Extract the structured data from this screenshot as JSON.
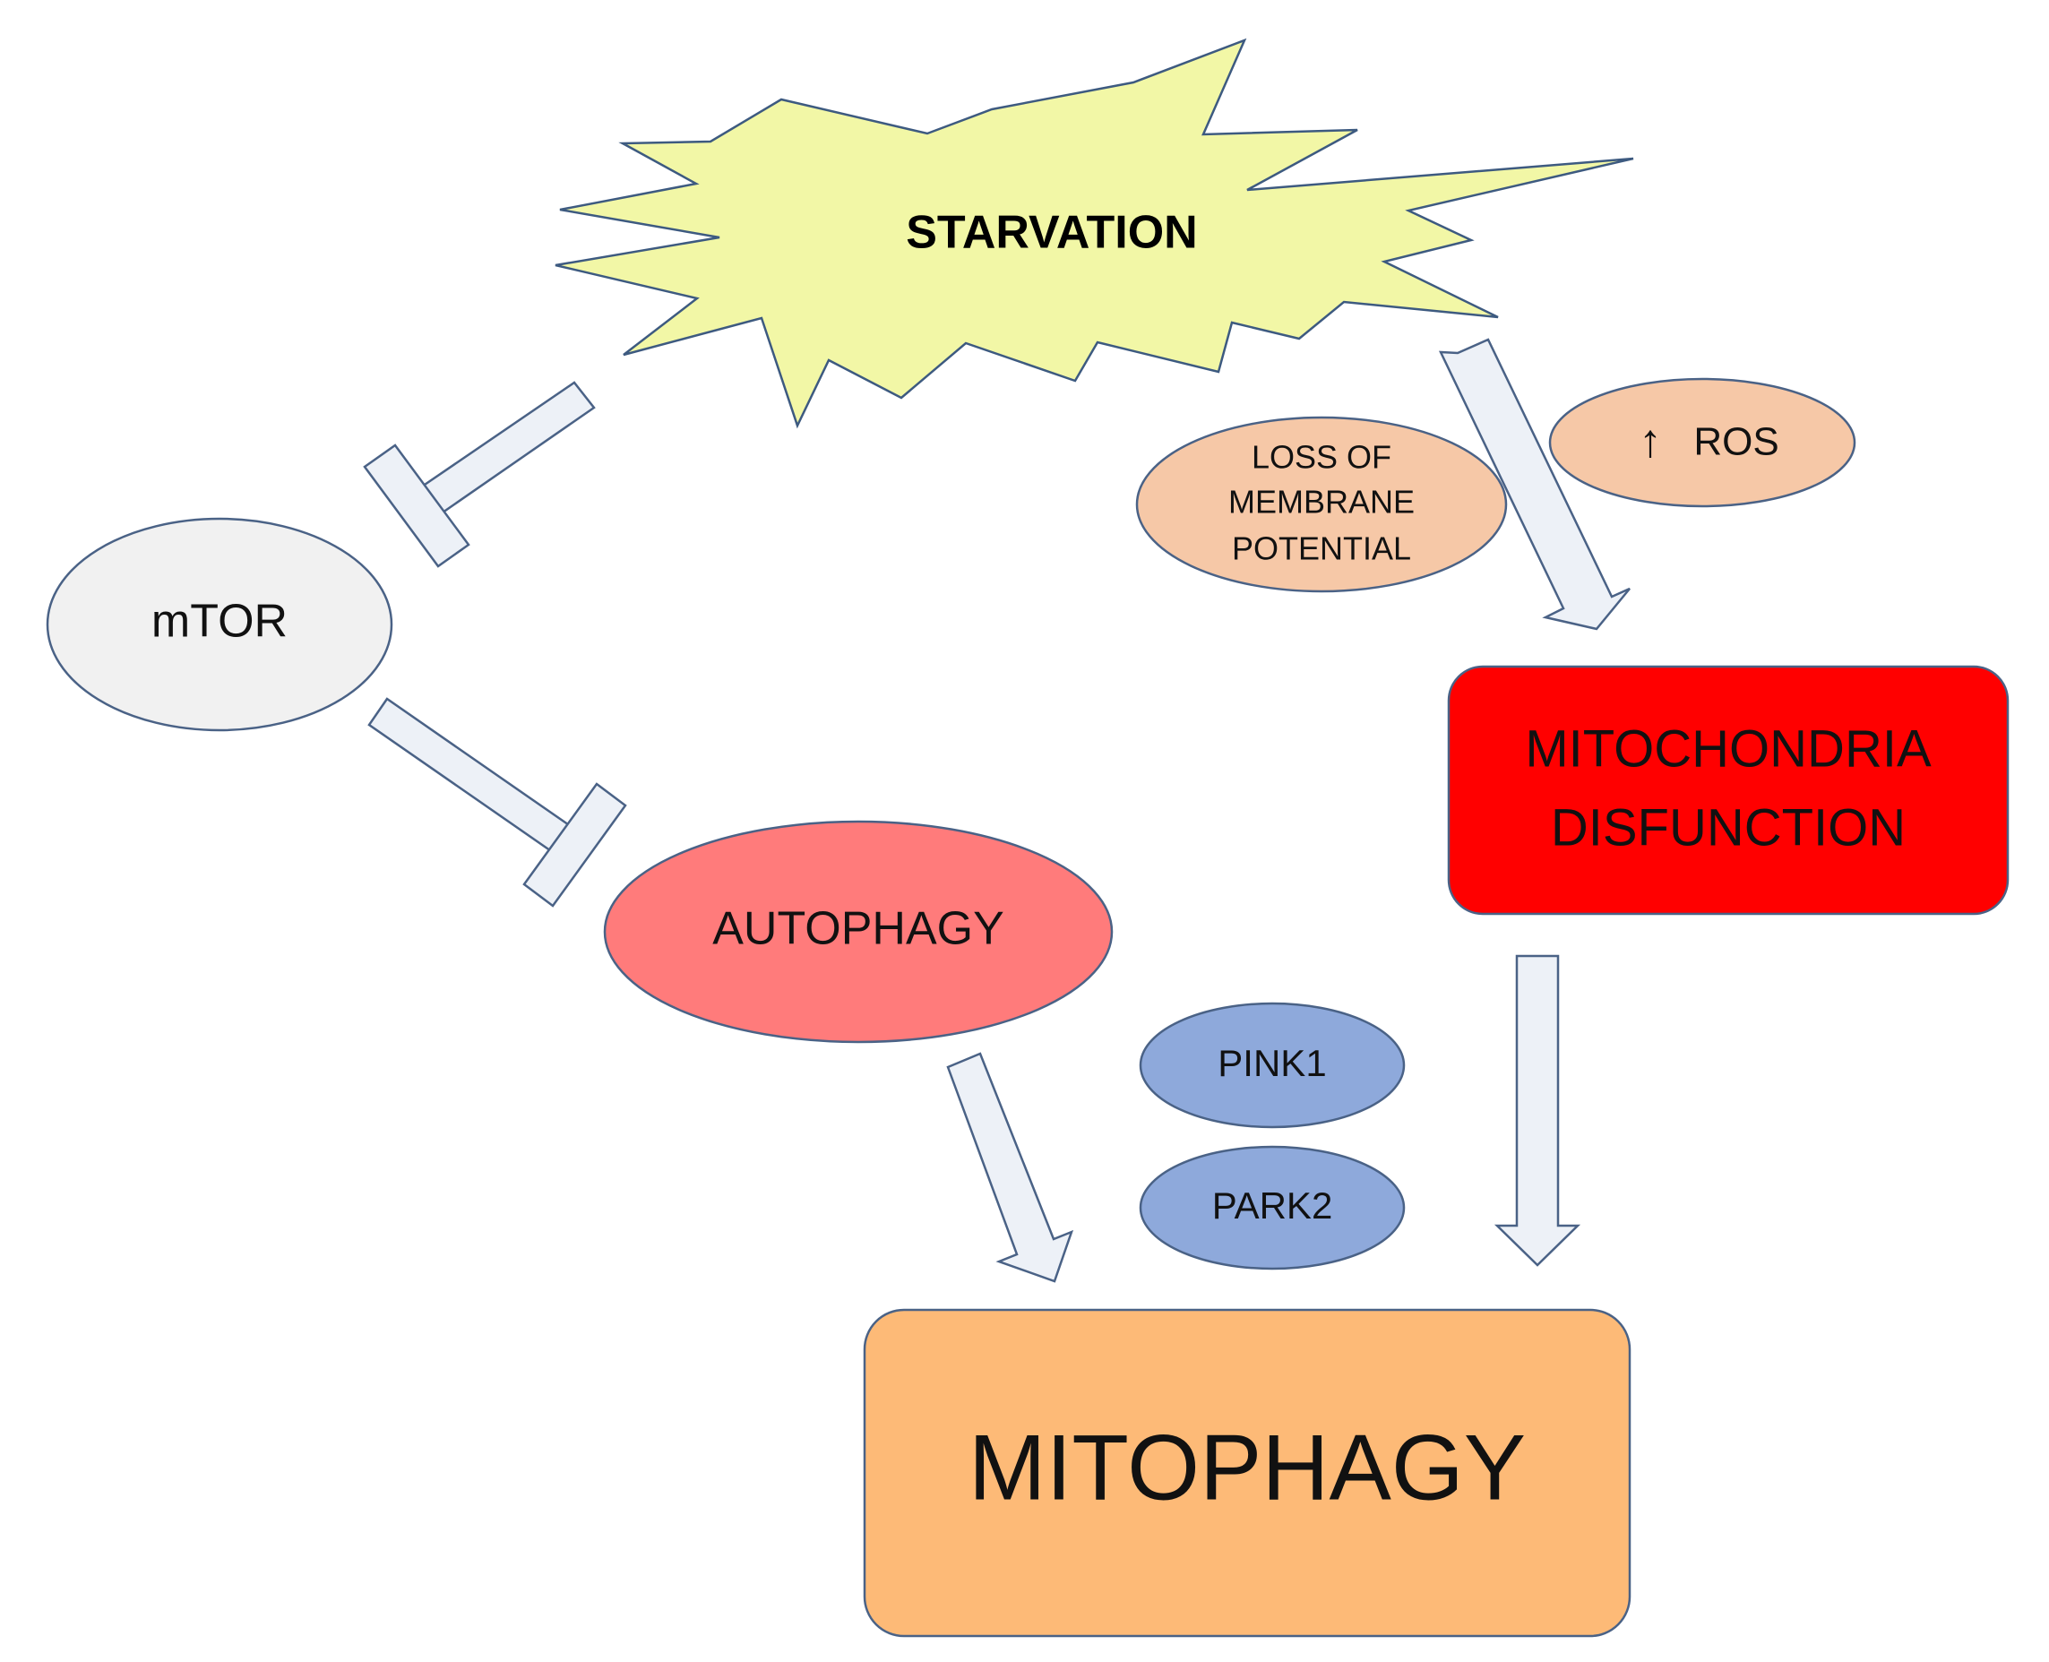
{
  "nodes": {
    "starvation": {
      "label": "STARVATION",
      "fill": "#F2F7A6",
      "stroke": "#3D5A80"
    },
    "mtor": {
      "label": "mTOR",
      "fill": "#F1F1F1",
      "stroke": "#4A6286"
    },
    "autophagy": {
      "label": "AUTOPHAGY",
      "fill": "#FF7B7B",
      "stroke": "#4A6286"
    },
    "loss_membrane_potential": {
      "label_lines": [
        "LOSS OF",
        "MEMBRANE",
        "POTENTIAL"
      ],
      "fill": "#F6C8A7",
      "stroke": "#4A6286"
    },
    "ros": {
      "arrow_symbol": "↑",
      "label": "ROS",
      "fill": "#F6C8A7",
      "stroke": "#4A6286"
    },
    "mitochondria_disfunction": {
      "label_lines": [
        "MITOCHONDRIA",
        "DISFUNCTION"
      ],
      "fill": "#FF0000",
      "stroke": "#4A6286"
    },
    "pink1": {
      "label": "PINK1",
      "fill": "#8EA9DB",
      "stroke": "#4A6286"
    },
    "park2": {
      "label": "PARK2",
      "fill": "#8EA9DB",
      "stroke": "#4A6286"
    },
    "mitophagy": {
      "label": "MITOPHAGY",
      "fill": "#FDBA77",
      "stroke": "#4A6286"
    }
  },
  "connector_style": {
    "fill": "#EDF1F7",
    "stroke": "#4A6286"
  },
  "edges": [
    {
      "from": "starvation",
      "to": "mtor",
      "type": "inhibition"
    },
    {
      "from": "mtor",
      "to": "autophagy",
      "type": "inhibition"
    },
    {
      "from": "starvation",
      "to": "mitochondria_disfunction",
      "type": "activation"
    },
    {
      "from": "autophagy",
      "to": "mitophagy",
      "type": "activation"
    },
    {
      "from": "mitochondria_disfunction",
      "to": "mitophagy",
      "type": "activation"
    }
  ]
}
